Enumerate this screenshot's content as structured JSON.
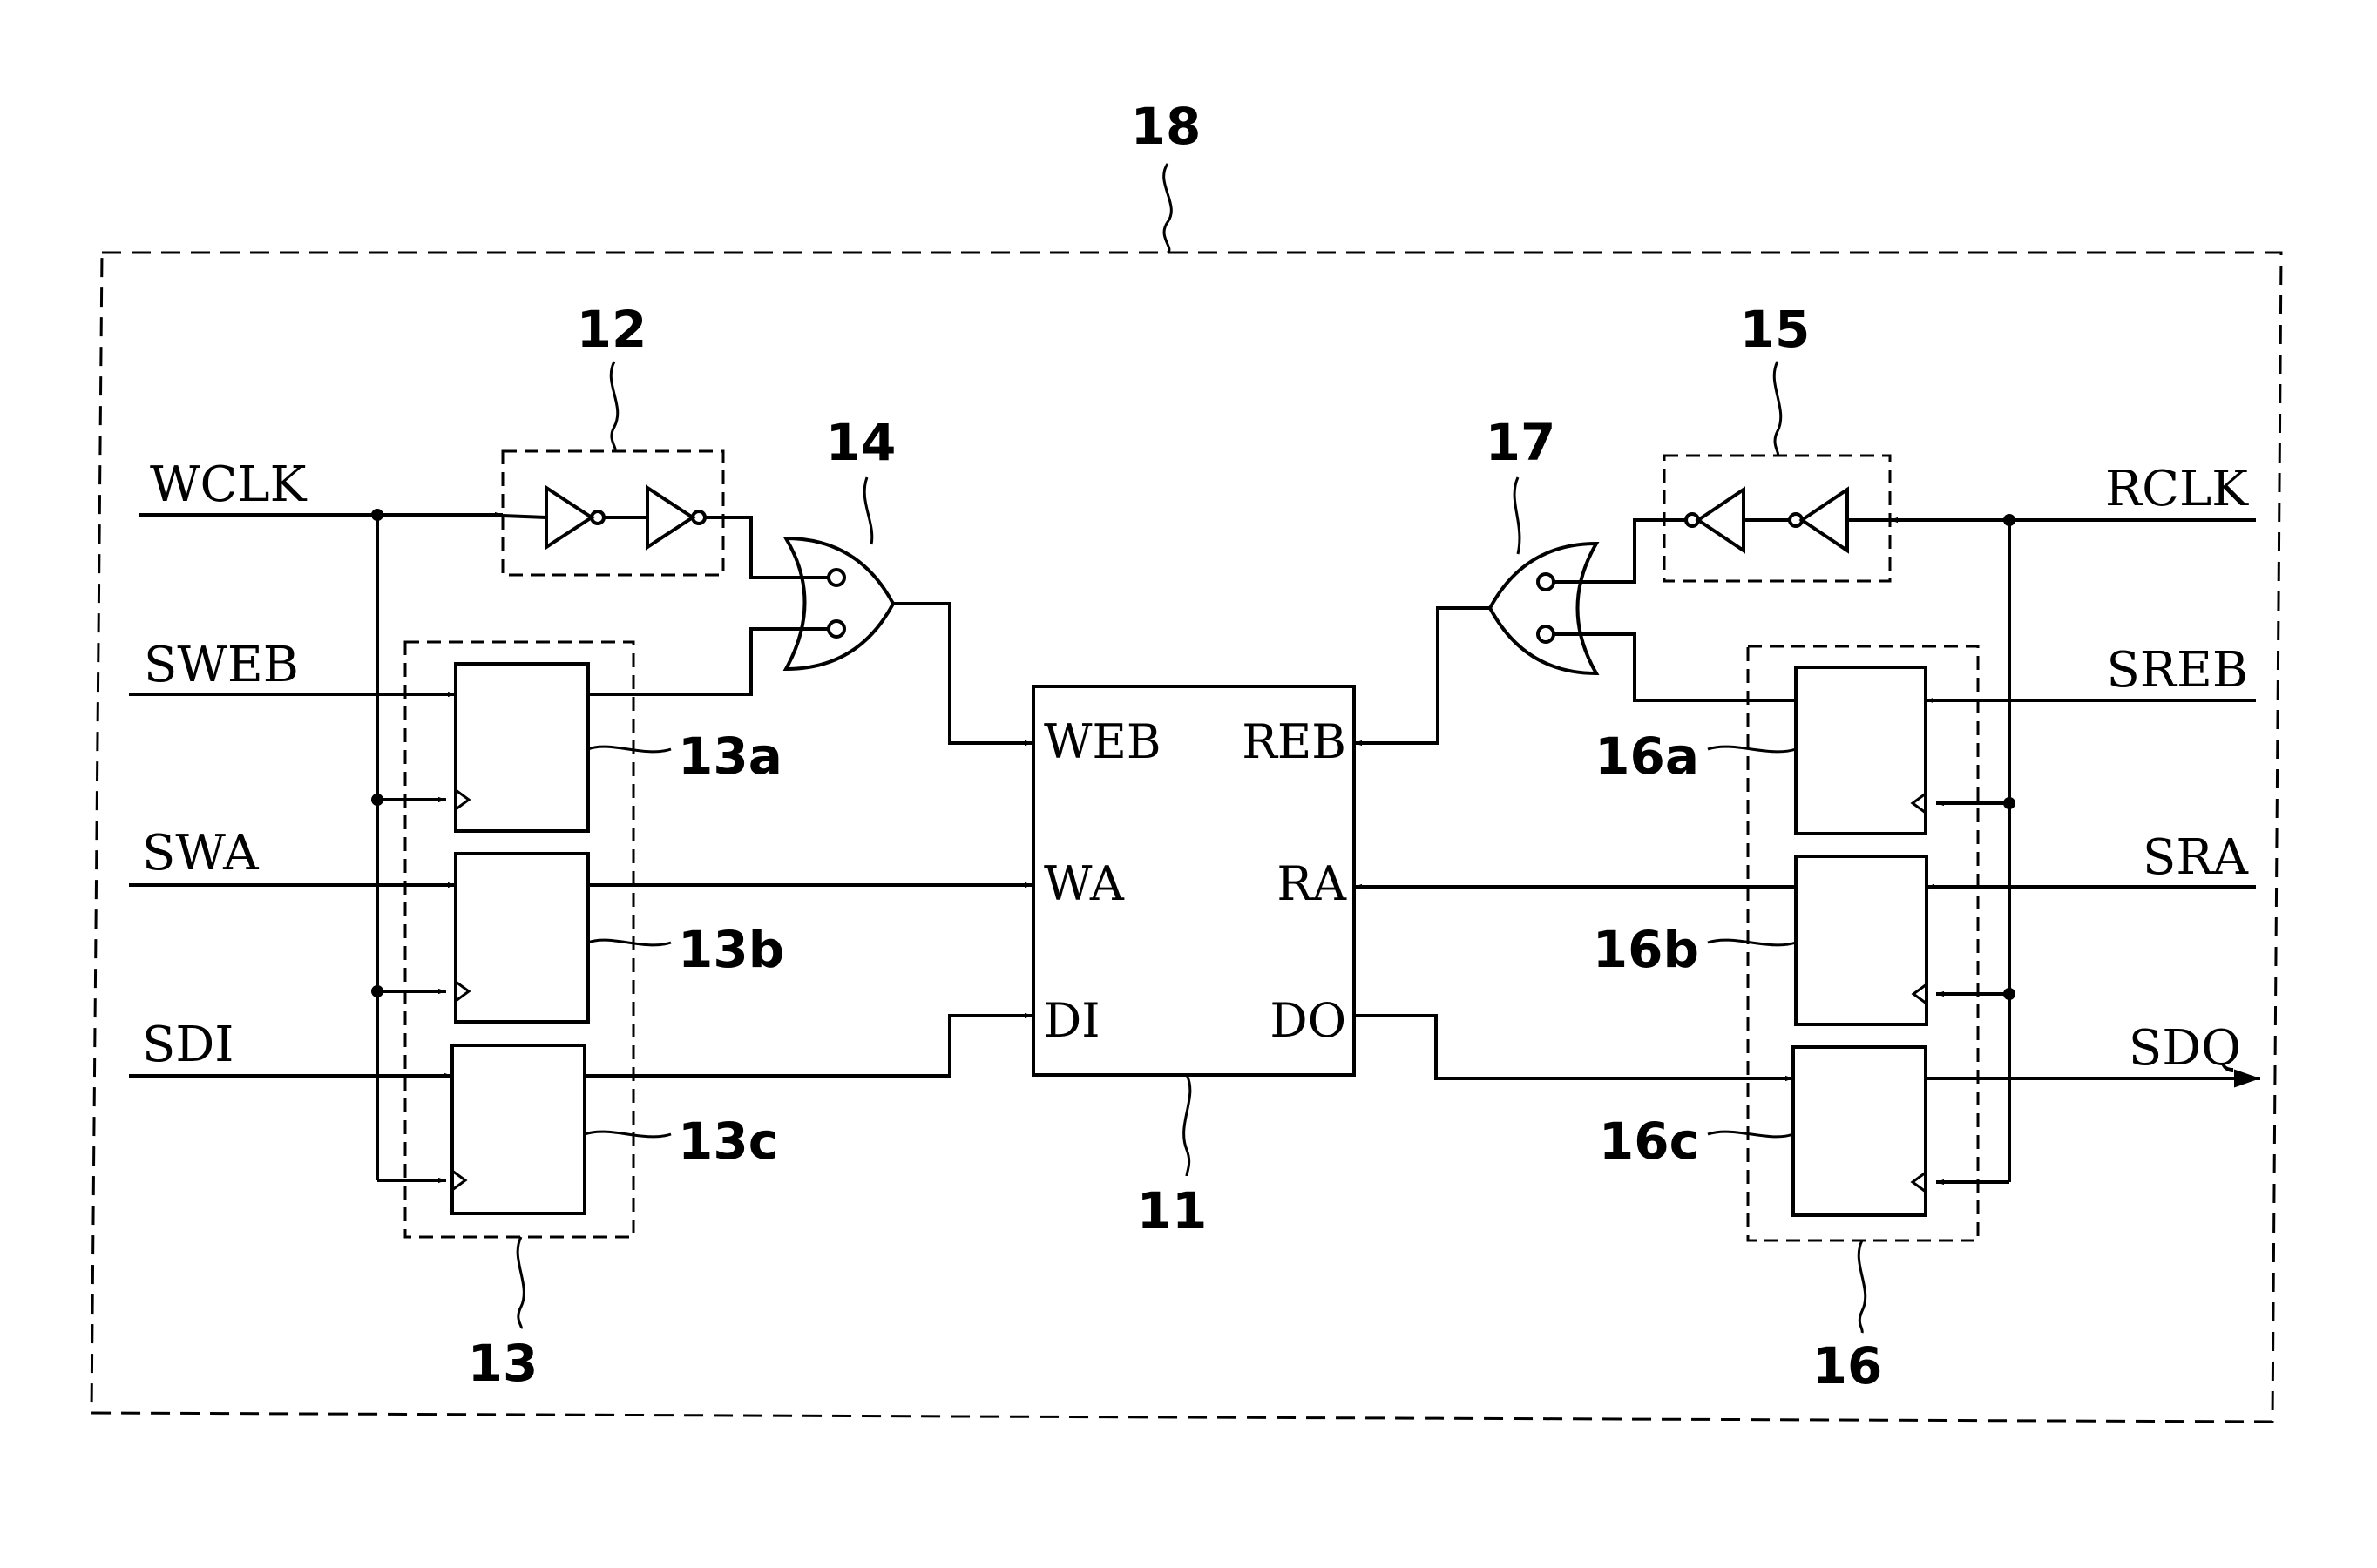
{
  "figure": {
    "outer_ref": "18",
    "ram_ref": "11",
    "ram_ports_left": [
      "WEB",
      "WA",
      "DI"
    ],
    "ram_ports_right": [
      "REB",
      "RA",
      "DO"
    ],
    "write_side": {
      "inputs": [
        "WCLK",
        "SWEB",
        "SWA",
        "SDI"
      ],
      "buffer_ref": "12",
      "gate_ref": "14",
      "latch_group_ref": "13",
      "latch_refs": [
        "13a",
        "13b",
        "13c"
      ]
    },
    "read_side": {
      "inputs": [
        "RCLK",
        "SREB",
        "SRA"
      ],
      "output": "SDQ",
      "buffer_ref": "15",
      "gate_ref": "17",
      "latch_group_ref": "16",
      "latch_refs": [
        "16a",
        "16b",
        "16c"
      ]
    }
  }
}
